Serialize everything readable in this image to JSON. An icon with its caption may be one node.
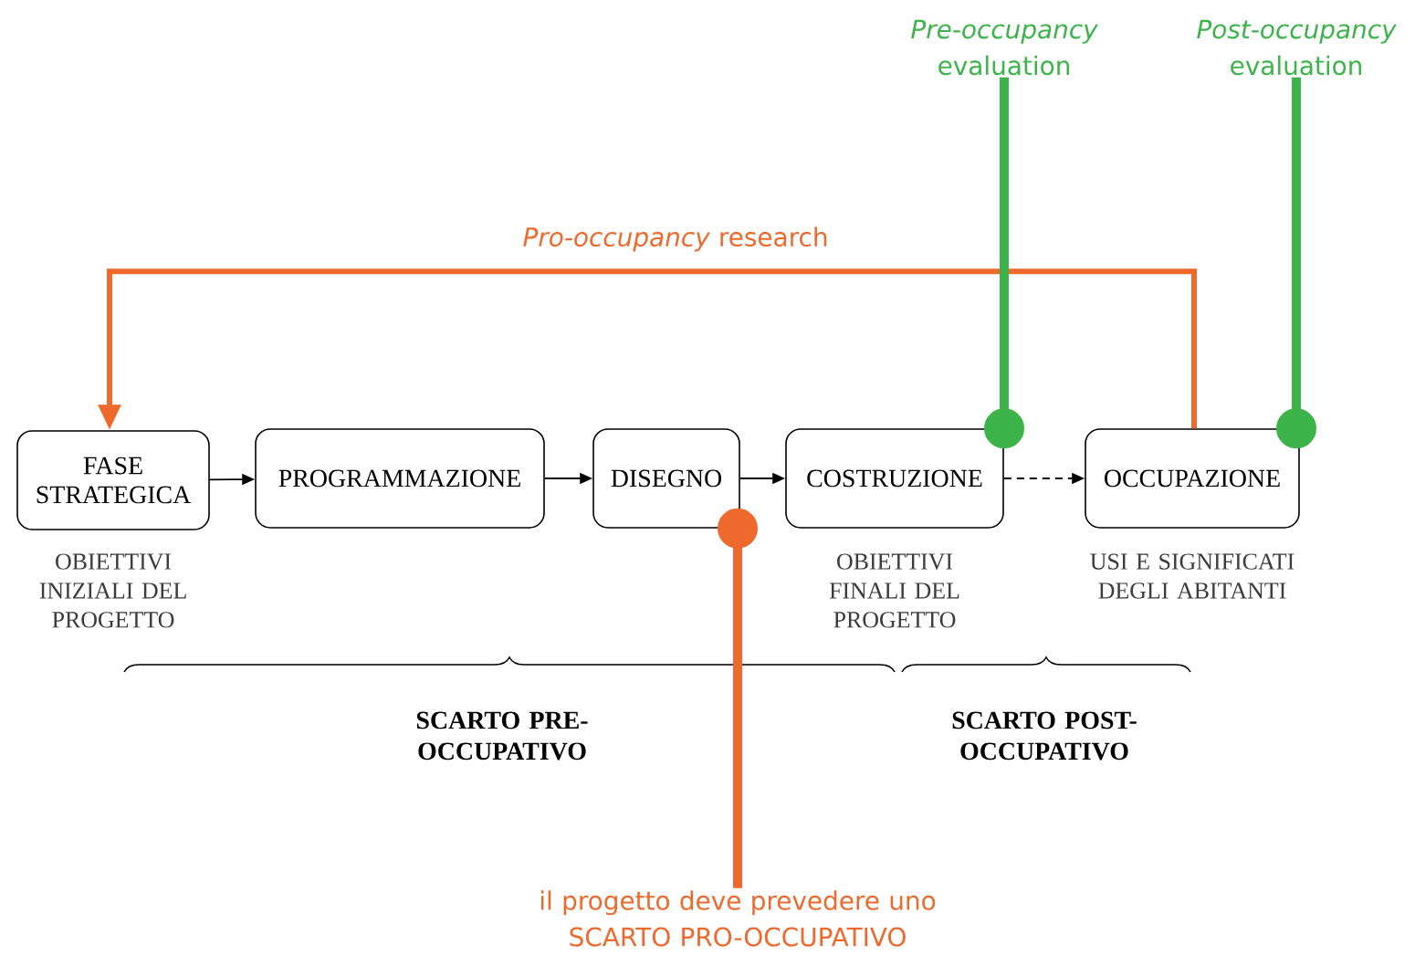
{
  "diagram": {
    "nodes": [
      {
        "text": [
          "FASE STRATEGICA"
        ],
        "beside": [
          "OBIETTIVI INIZIALI DEL PROGETTO"
        ]
      },
      {
        "text": [
          "PROGRAMMAZIONE"
        ]
      },
      {
        "text": [
          "DISEGNO"
        ]
      },
      {
        "text": [
          "COSTRUZIONE"
        ],
        "beside": [
          "OBIETTIVI FINALI DEL PROGETTO"
        ]
      },
      {
        "text": [
          "OCCUPAZIONE"
        ],
        "beside": [
          "USI E SIGNIFICATI DEGLI ABITANTI"
        ]
      },
      {
        "text": [
          "*Pre-occupancy* evaluation"
        ]
      },
      {
        "text": [
          "*Post-occupancy* evaluation"
        ]
      },
      {
        "text": [
          "il progetto deve prevedere uno SCARTO PRO-OCCUPATIVO"
        ]
      }
    ],
    "edges": [
      {
        "from": 0,
        "to": 1,
        "arrow": "to"
      },
      {
        "from": 1,
        "to": 2,
        "arrow": "to"
      },
      {
        "from": 2,
        "to": 3,
        "arrow": "to"
      },
      {
        "from": 3,
        "to": 4,
        "arrow": "to",
        "style": "dashed"
      },
      {
        "from": 4,
        "to": 0,
        "arrow": "to",
        "label": "*Pro-occupancy* research",
        "style": "thick",
        "color": "#ee6a2c"
      },
      {
        "from": 5,
        "to": 3,
        "arrow": "other",
        "style": "thick",
        "color": "#3cb44a"
      },
      {
        "from": 6,
        "to": 4,
        "arrow": "other",
        "style": "thick",
        "color": "#3cb44a"
      },
      {
        "from": 7,
        "to": 2,
        "arrow": "other",
        "style": "thick",
        "color": "#ee6a2c"
      }
    ],
    "labels": [
      "SCARTO PRE-OCCUPATIVO",
      "SCARTO POST-OCCUPATIVO"
    ]
  }
}
